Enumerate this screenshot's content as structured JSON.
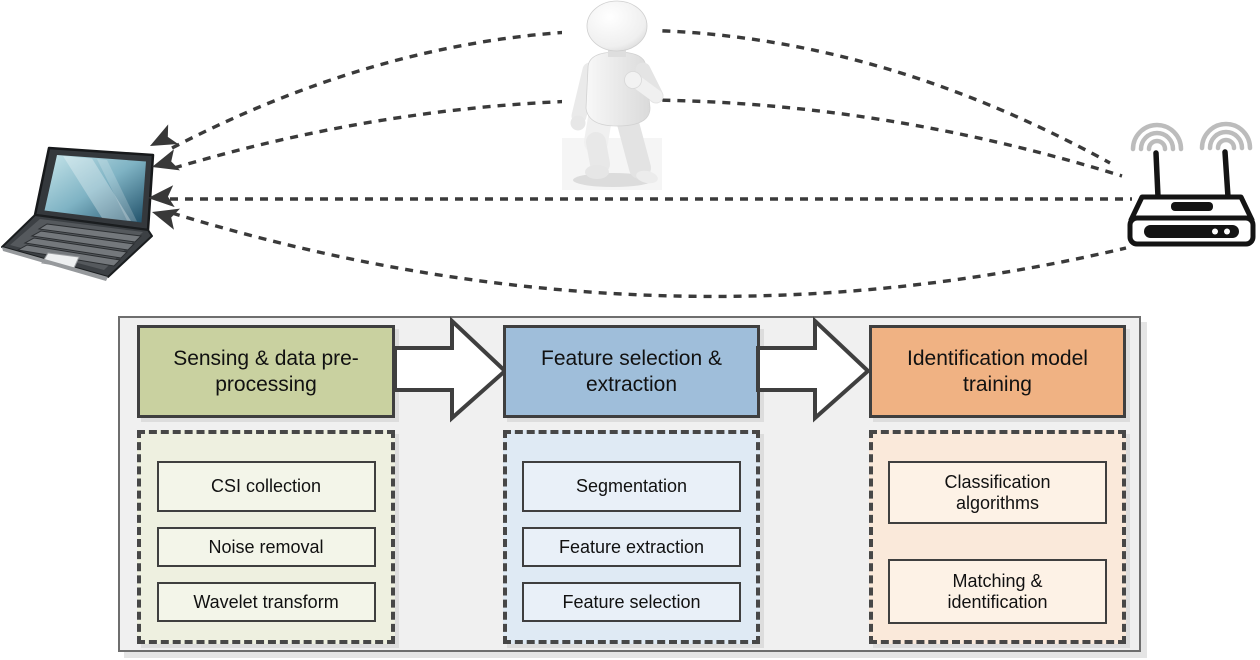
{
  "scene": {
    "transmitter_icon": "wifi-router-icon",
    "receiver_icon": "laptop-icon",
    "subject_icon": "walking-person-icon",
    "signal_path_count": 4,
    "signal_line_style": "dashed",
    "signal_color": "#3a3a3a"
  },
  "pipeline": {
    "stages": [
      {
        "title": "Sensing & data pre-processing",
        "header_color": "#c9d1a0",
        "panel_color": "#eef0e0",
        "item_color": "#f3f5e9",
        "items": [
          "CSI collection",
          "Noise removal",
          "Wavelet transform"
        ]
      },
      {
        "title": "Feature selection & extraction",
        "header_color": "#9fbeda",
        "panel_color": "#dfeaf4",
        "item_color": "#e9f0f8",
        "items": [
          "Segmentation",
          "Feature extraction",
          "Feature selection"
        ]
      },
      {
        "title": "Identification model training",
        "header_color": "#f0b283",
        "panel_color": "#fae9da",
        "item_color": "#fdf2e6",
        "items": [
          "Classification algorithms",
          "Matching & identification"
        ]
      }
    ]
  }
}
